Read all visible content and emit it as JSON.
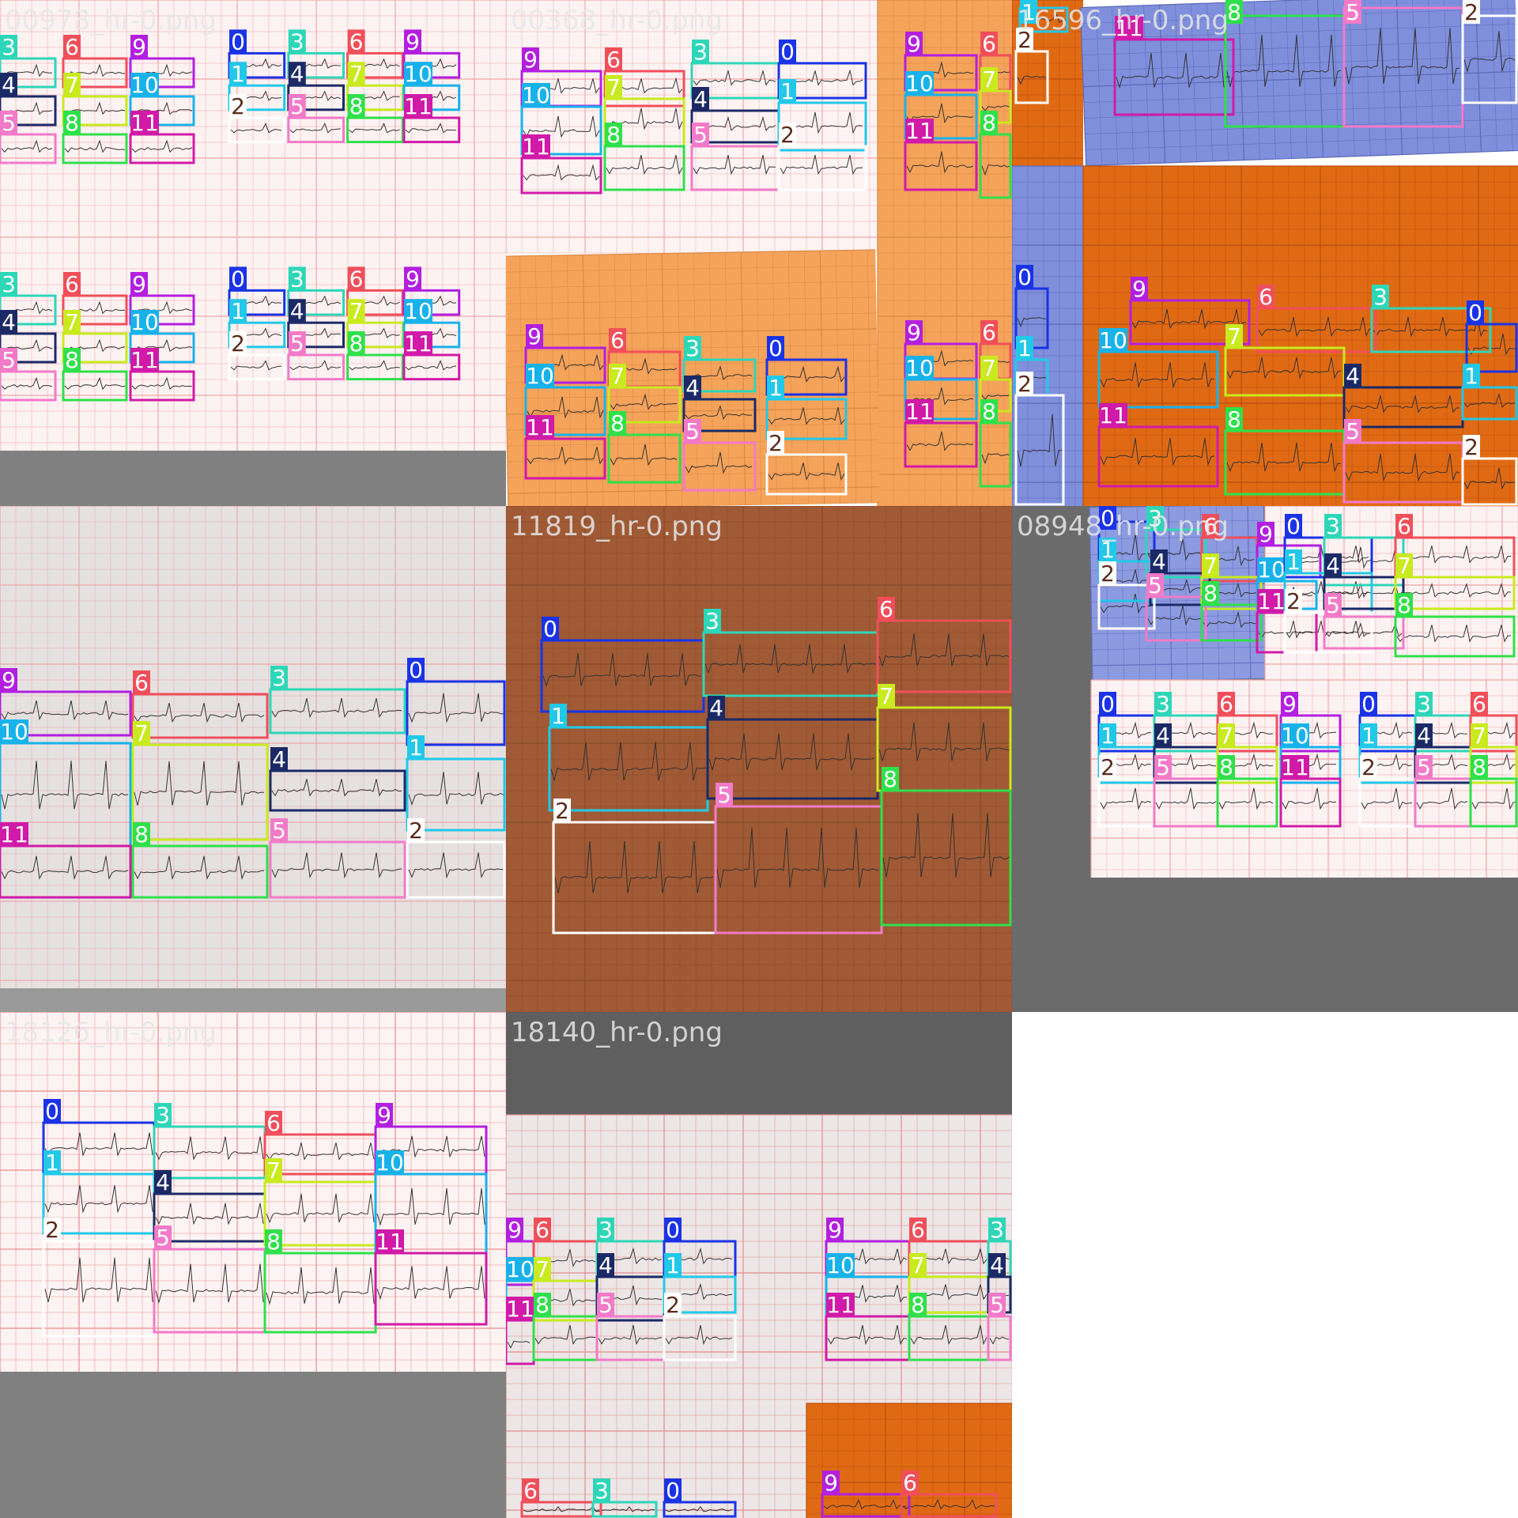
{
  "tiles": [
    {
      "name": "00978_hr-0.png"
    },
    {
      "name": "00368_hr-0.png"
    },
    {
      "name": "16596_hr-0.png"
    },
    {
      "name": "",
      "note_hidden": ""
    },
    {
      "name": "11819_hr-0.png"
    },
    {
      "name": "08948_hr-0.png"
    },
    {
      "name": "18126_hr-0.png"
    },
    {
      "name": "18140_hr-0.png"
    }
  ],
  "class_colors": {
    "0": "#1a33e6",
    "1": "#22c8e8",
    "2": "#ffffff",
    "3": "#2ed6b8",
    "4": "#1b2a66",
    "5": "#f27ac8",
    "6": "#f04f5a",
    "7": "#c8ea1e",
    "8": "#2fe04a",
    "9": "#b21fe0",
    "10": "#18b2ea",
    "11": "#d11aa8"
  },
  "label_text_colors": {
    "2": "#5a2a1a"
  },
  "labels": [
    "0",
    "1",
    "2",
    "3",
    "4",
    "5",
    "6",
    "7",
    "8",
    "9",
    "10",
    "11"
  ]
}
